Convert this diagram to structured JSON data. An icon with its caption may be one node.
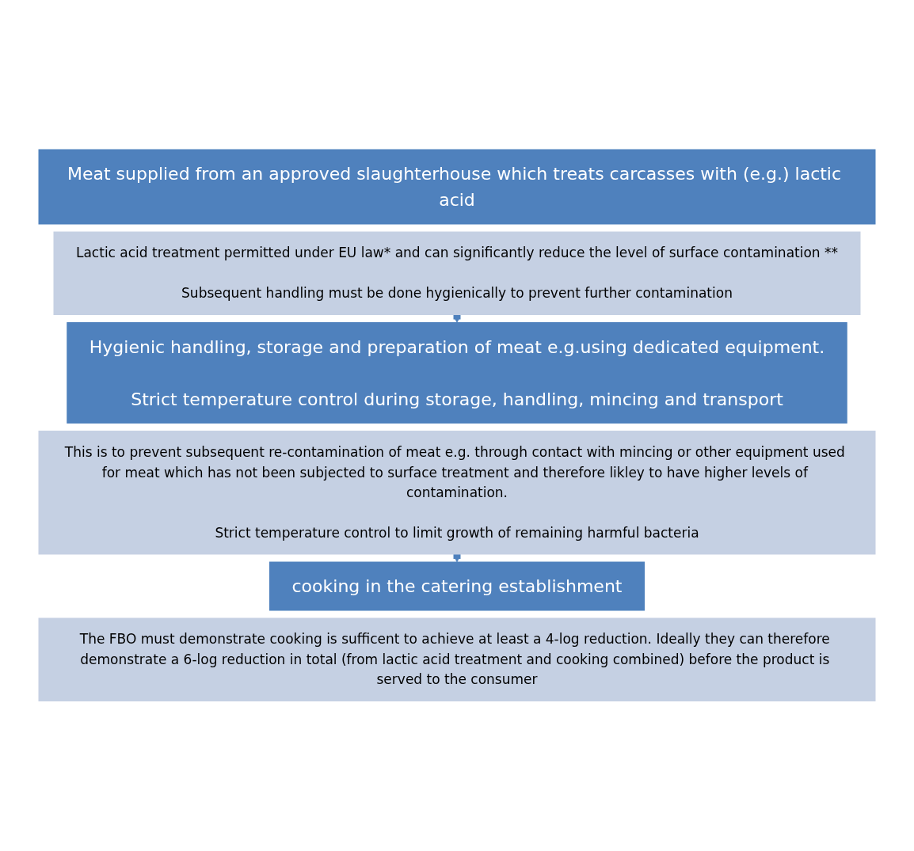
{
  "diagram": {
    "nodes": [
      {
        "text": [
          "Meat supplied from an approved slaughterhouse which treats carcasses with (e.g.) lactic acid"
        ]
      },
      {
        "text": [
          "Lactic acid treatment permitted under EU law* and can significantly reduce the level of surface contamination **",
          "Subsequent handling must be done hygienically to prevent further contamination"
        ]
      },
      {
        "text": [
          "Hygienic handling, storage and preparation of meat e.g.using dedicated equipment.",
          "Strict temperature control during storage, handling, mincing and transport"
        ]
      },
      {
        "text": [
          "This is to prevent subsequent re-contamination of meat e.g. through contact with mincing or other equipment used for meat which has not been subjected to surface treatment and therefore likley to have higher levels of contamination.",
          "Strict temperature control to limit growth of remaining harmful bacteria"
        ]
      },
      {
        "text": [
          "cooking in the catering establishment"
        ]
      },
      {
        "text": [
          "The FBO must demonstrate cooking is sufficent to achieve at least a 4-log reduction. Ideally they can therefore demonstrate a 6-log reduction in total (from lactic acid treatment and cooking combined) before the product is served to the consumer"
        ]
      }
    ],
    "edges": [
      {
        "from": 1,
        "to": 2,
        "arrow": "to"
      },
      {
        "from": 3,
        "to": 4,
        "arrow": "to"
      }
    ]
  }
}
